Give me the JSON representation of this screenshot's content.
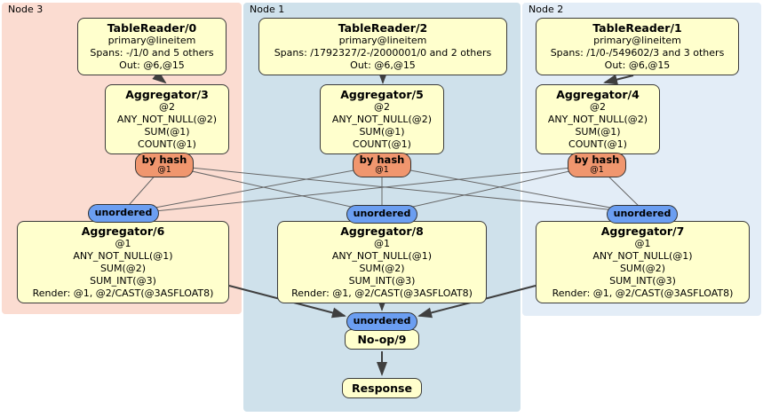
{
  "regions": {
    "node3": {
      "label": "Node 3"
    },
    "node1": {
      "label": "Node 1"
    },
    "node2": {
      "label": "Node 2"
    }
  },
  "processors": {
    "tr0": {
      "title": "TableReader/0",
      "lines": [
        "primary@lineitem",
        "Spans: -/1/0 and 5 others",
        "Out: @6,@15"
      ]
    },
    "tr2": {
      "title": "TableReader/2",
      "lines": [
        "primary@lineitem",
        "Spans: /1792327/2-/2000001/0 and 2 others",
        "Out: @6,@15"
      ]
    },
    "tr1": {
      "title": "TableReader/1",
      "lines": [
        "primary@lineitem",
        "Spans: /1/0-/549602/3 and 3 others",
        "Out: @6,@15"
      ]
    },
    "agg3": {
      "title": "Aggregator/3",
      "lines": [
        "@2",
        "ANY_NOT_NULL(@2)",
        "SUM(@1)",
        "COUNT(@1)"
      ]
    },
    "agg5": {
      "title": "Aggregator/5",
      "lines": [
        "@2",
        "ANY_NOT_NULL(@2)",
        "SUM(@1)",
        "COUNT(@1)"
      ]
    },
    "agg4": {
      "title": "Aggregator/4",
      "lines": [
        "@2",
        "ANY_NOT_NULL(@2)",
        "SUM(@1)",
        "COUNT(@1)"
      ]
    },
    "agg6": {
      "title": "Aggregator/6",
      "lines": [
        "@1",
        "ANY_NOT_NULL(@1)",
        "SUM(@2)",
        "SUM_INT(@3)",
        "Render: @1, @2/CAST(@3ASFLOAT8)"
      ]
    },
    "agg8": {
      "title": "Aggregator/8",
      "lines": [
        "@1",
        "ANY_NOT_NULL(@1)",
        "SUM(@2)",
        "SUM_INT(@3)",
        "Render: @1, @2/CAST(@3ASFLOAT8)"
      ]
    },
    "agg7": {
      "title": "Aggregator/7",
      "lines": [
        "@1",
        "ANY_NOT_NULL(@1)",
        "SUM(@2)",
        "SUM_INT(@3)",
        "Render: @1, @2/CAST(@3ASFLOAT8)"
      ]
    },
    "noop": {
      "title": "No-op/9"
    },
    "response": {
      "title": "Response"
    }
  },
  "routers": {
    "hash3": {
      "label": "by hash",
      "detail": "@1"
    },
    "hash5": {
      "label": "by hash",
      "detail": "@1"
    },
    "hash4": {
      "label": "by hash",
      "detail": "@1"
    }
  },
  "streams": {
    "unordered_left": {
      "label": "unordered"
    },
    "unordered_mid": {
      "label": "unordered"
    },
    "unordered_right": {
      "label": "unordered"
    },
    "unordered_final": {
      "label": "unordered"
    }
  },
  "colors": {
    "node3_bg": "#fbdcd1",
    "node1_bg": "#cfe1eb",
    "node2_bg": "#e3edf7",
    "processor_fill": "#ffffcd",
    "router_fill": "#f0966e",
    "stream_fill": "#6b9ef1",
    "edge": "#3f3f3f"
  }
}
